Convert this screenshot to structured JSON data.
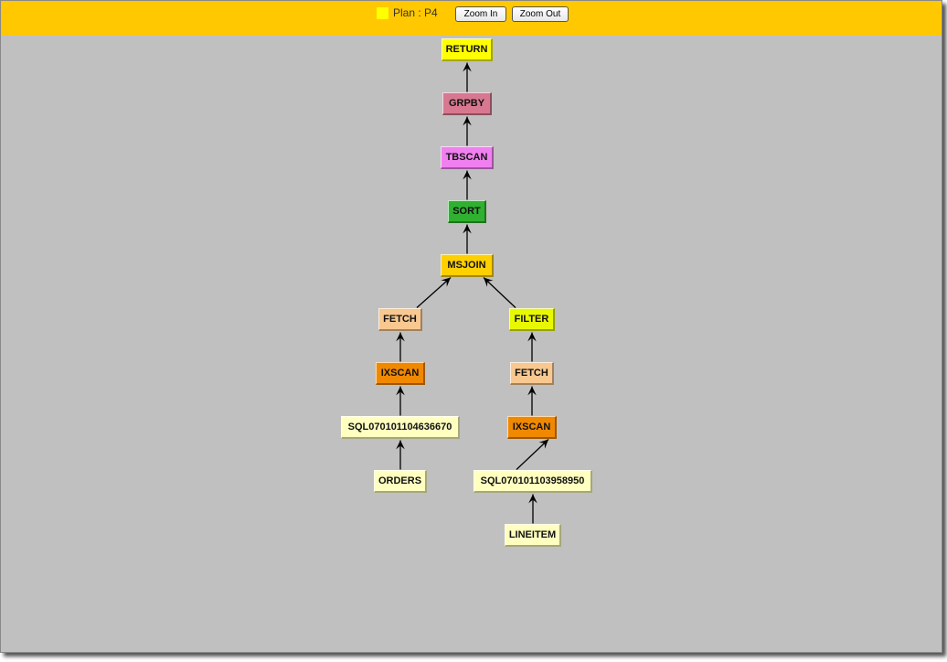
{
  "header": {
    "plan_label": "Plan : P4",
    "zoom_in": "Zoom In",
    "zoom_out": "Zoom Out",
    "swatch_color": "#ffff00"
  },
  "nodes": [
    {
      "id": "return",
      "label": "RETURN",
      "color": "#ffff00"
    },
    {
      "id": "grpby",
      "label": "GRPBY",
      "color": "#d87890"
    },
    {
      "id": "tbscan",
      "label": "TBSCAN",
      "color": "#f080f0"
    },
    {
      "id": "sort",
      "label": "SORT",
      "color": "#30b030"
    },
    {
      "id": "msjoin",
      "label": "MSJOIN",
      "color": "#ffd000"
    },
    {
      "id": "fetch1",
      "label": "FETCH",
      "color": "#f8c890"
    },
    {
      "id": "filter",
      "label": "FILTER",
      "color": "#e8f800"
    },
    {
      "id": "ixscan1",
      "label": "IXSCAN",
      "color": "#f08800"
    },
    {
      "id": "fetch2",
      "label": "FETCH",
      "color": "#f8c890"
    },
    {
      "id": "sql1",
      "label": "SQL070101104636670",
      "color": "#ffffc0"
    },
    {
      "id": "ixscan2",
      "label": "IXSCAN",
      "color": "#f08800"
    },
    {
      "id": "orders",
      "label": "ORDERS",
      "color": "#ffffc0"
    },
    {
      "id": "sql2",
      "label": "SQL070101103958950",
      "color": "#ffffc0"
    },
    {
      "id": "lineitem",
      "label": "LINEITEM",
      "color": "#ffffc0"
    }
  ],
  "edges": [
    [
      "grpby",
      "return"
    ],
    [
      "tbscan",
      "grpby"
    ],
    [
      "sort",
      "tbscan"
    ],
    [
      "msjoin",
      "sort"
    ],
    [
      "fetch1",
      "msjoin"
    ],
    [
      "filter",
      "msjoin"
    ],
    [
      "ixscan1",
      "fetch1"
    ],
    [
      "fetch2",
      "filter"
    ],
    [
      "sql1",
      "ixscan1"
    ],
    [
      "ixscan2",
      "fetch2"
    ],
    [
      "orders",
      "sql1"
    ],
    [
      "sql2",
      "ixscan2"
    ],
    [
      "lineitem",
      "sql2"
    ]
  ]
}
